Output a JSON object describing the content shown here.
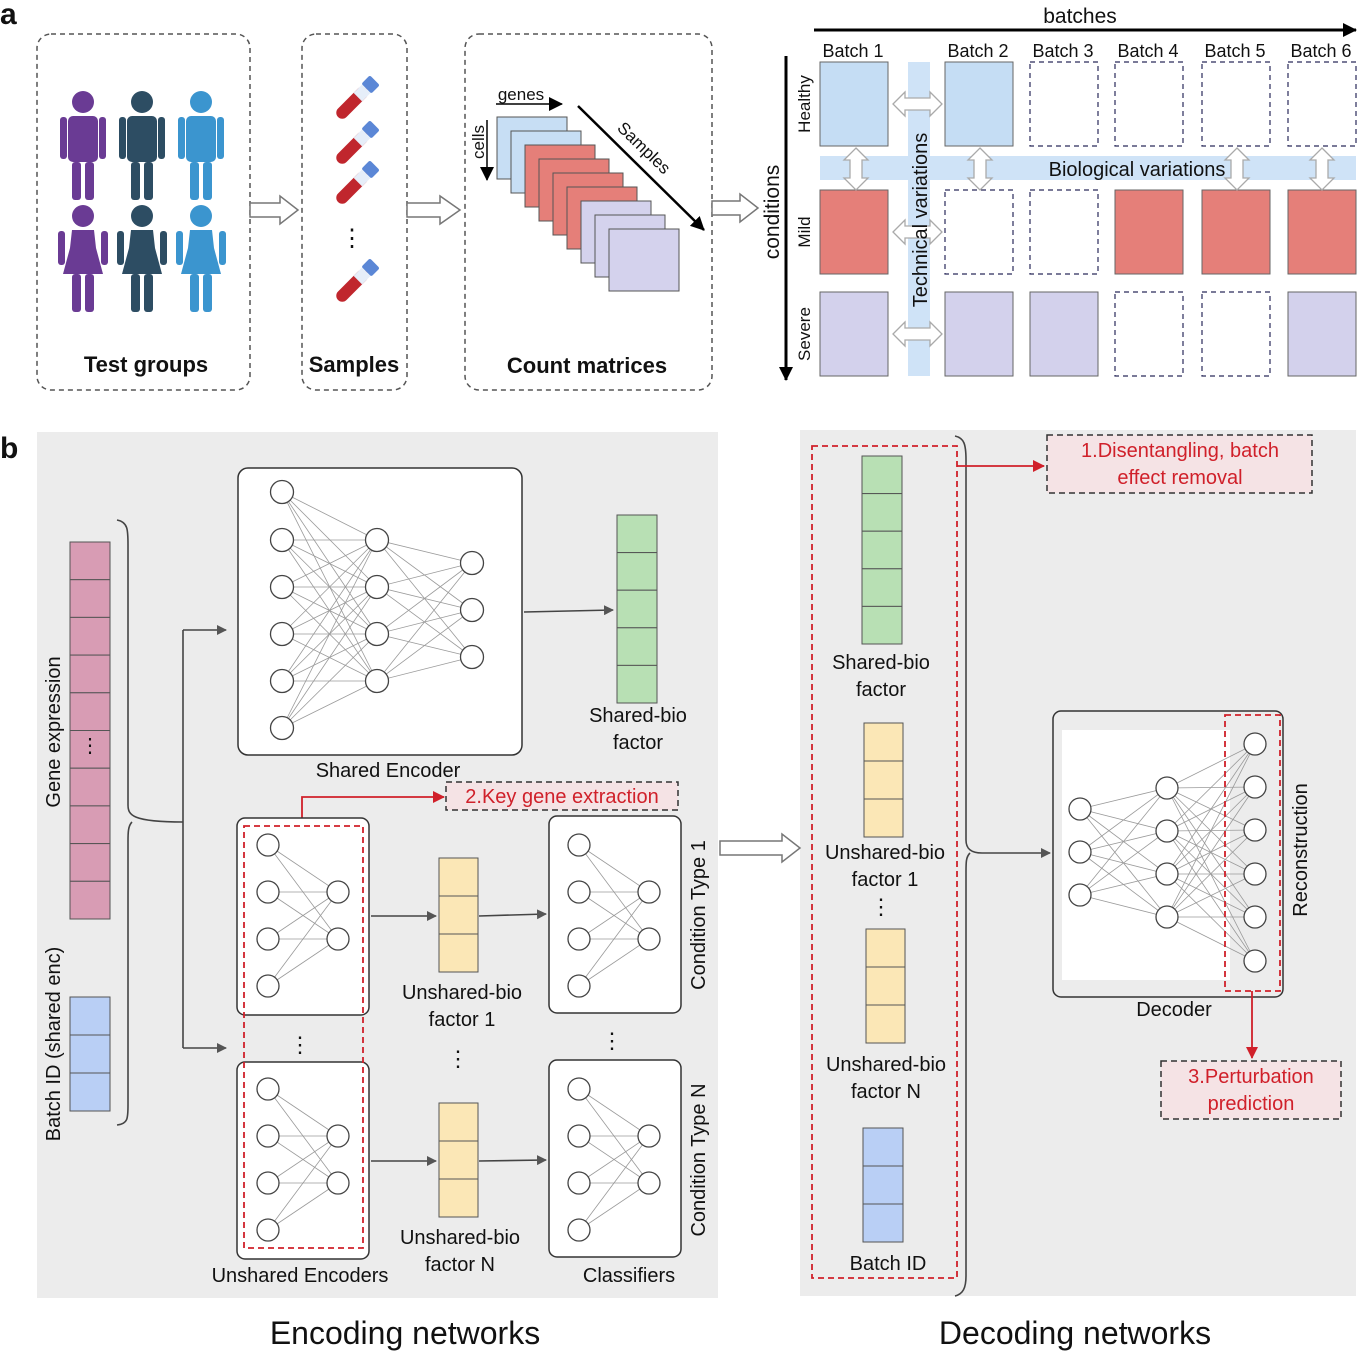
{
  "panel_a": {
    "panel_letter": "a",
    "stages": {
      "test_groups": "Test groups",
      "samples": "Samples",
      "count_matrices": "Count matrices",
      "samples_ellipsis": "⋮"
    },
    "matrix_axes": {
      "genes": "genes",
      "cells": "cells",
      "samples": "Samples"
    },
    "grid": {
      "batches_axis": "batches",
      "conditions_axis": "conditions",
      "batch_labels": [
        "Batch 1",
        "Batch 2",
        "Batch 3",
        "Batch 4",
        "Batch 5",
        "Batch 6"
      ],
      "condition_labels": [
        "Healthy",
        "Mild",
        "Severe"
      ],
      "cells": [
        [
          1,
          1,
          0,
          0,
          0,
          0
        ],
        [
          1,
          0,
          0,
          1,
          1,
          1
        ],
        [
          1,
          1,
          1,
          0,
          0,
          1
        ]
      ],
      "biological_variations": "Biological variations",
      "technical_variations": "Technical variations"
    },
    "colors": {
      "healthy": "#c5ddf4",
      "mild": "#e57f79",
      "severe": "#d3d1ec",
      "band": "#cfe3f7"
    }
  },
  "panel_b": {
    "panel_letter": "b",
    "encoding": {
      "title": "Encoding networks",
      "gene_expression": "Gene expression",
      "gene_ellipsis": "⋮",
      "batch_id_shared": "Batch ID (shared enc)",
      "shared_encoder": "Shared Encoder",
      "shared_bio_factor": [
        "Shared-bio",
        "factor"
      ],
      "key_gene_extraction": "2.Key gene extraction",
      "unshared_factor_1": [
        "Unshared-bio",
        "factor 1"
      ],
      "unshared_factor_n": [
        "Unshared-bio",
        "factor N"
      ],
      "unshared_encoders": "Unshared Encoders",
      "classifiers": "Classifiers",
      "condition_type_1": "Condition Type 1",
      "condition_type_n": "Condition Type N",
      "ellipsis": "⋮"
    },
    "decoding": {
      "title": "Decoding networks",
      "shared_bio_factor": [
        "Shared-bio",
        "factor"
      ],
      "unshared_factor_1": [
        "Unshared-bio",
        "factor 1"
      ],
      "unshared_factor_n": [
        "Unshared-bio",
        "factor N"
      ],
      "batch_id": "Batch ID",
      "disentangling": [
        "1.Disentangling, batch",
        "effect removal"
      ],
      "decoder": "Decoder",
      "reconstruction": "Reconstruction",
      "perturbation": [
        "3.Perturbation",
        "prediction"
      ],
      "ellipsis": "⋮"
    },
    "colors": {
      "gene": "#d89cb4",
      "batch": "#b9cff5",
      "shared": "#b8e0b4",
      "unshared": "#fbe7b6",
      "accent": "#d0202a"
    }
  }
}
